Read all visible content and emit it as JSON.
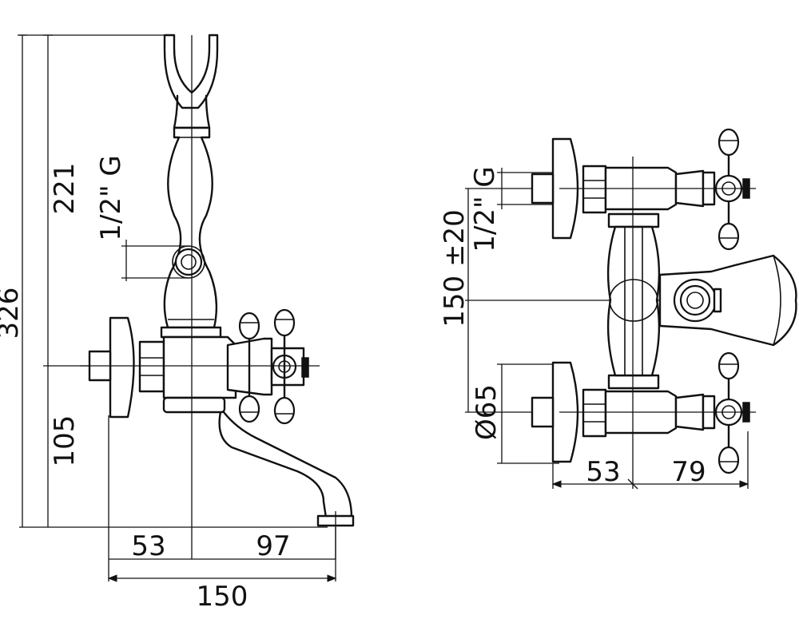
{
  "side_view": {
    "dim_overall_height": "326",
    "dim_upper_height": "221",
    "dim_lower_height": "105",
    "dim_thread_label": "1/2\" G",
    "dim_left_offset": "53",
    "dim_spout_reach": "97",
    "dim_total_width": "150"
  },
  "front_view": {
    "dim_thread_label": "1/2\" G",
    "dim_inlet_spacing": "150 ±20",
    "dim_flange_diameter": "Ø65",
    "dim_left_offset": "53",
    "dim_right_offset": "79"
  }
}
